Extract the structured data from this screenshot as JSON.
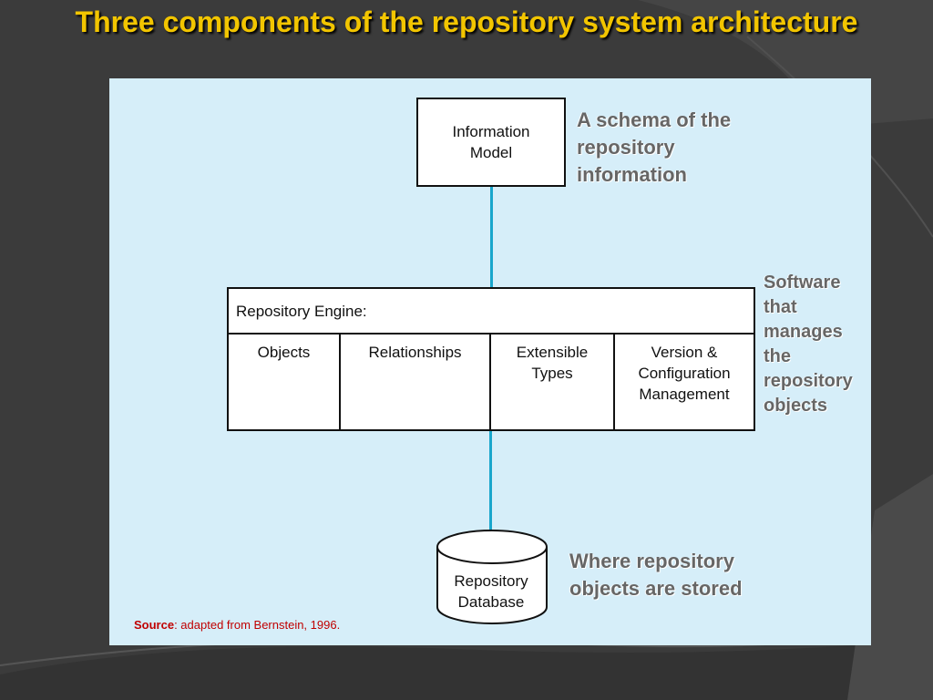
{
  "title": "Three components of the repository system architecture",
  "information_model": {
    "line1": "Information",
    "line2": "Model",
    "annotation": [
      "A schema of the",
      "repository",
      "information"
    ]
  },
  "engine": {
    "header": "Repository Engine:",
    "cells": [
      {
        "lines": [
          "Objects"
        ]
      },
      {
        "lines": [
          "Relationships"
        ]
      },
      {
        "lines": [
          "Extensible",
          "Types"
        ]
      },
      {
        "lines": [
          "Version &",
          "Configuration",
          "Management"
        ]
      }
    ],
    "annotation": [
      "Software",
      "that",
      "manages",
      "the",
      "repository",
      "objects"
    ]
  },
  "database": {
    "line1": "Repository",
    "line2": "Database",
    "annotation": [
      "Where repository",
      "objects are stored"
    ]
  },
  "source": {
    "label": "Source",
    "text": ": adapted from Bernstein, 1996."
  },
  "colors": {
    "title": "#f2c500",
    "panel": "#d6eef9",
    "connector": "#1aa6cc",
    "annotation": "#666666",
    "source": "#c00000"
  }
}
